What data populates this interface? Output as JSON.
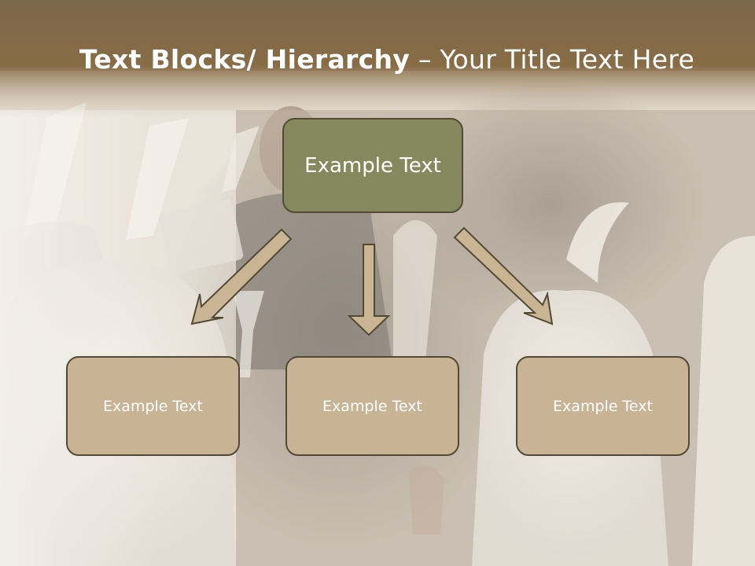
{
  "slide": {
    "title_bold": "Text Blocks/ Hierarchy",
    "title_rest": " – Your Title Text Here"
  },
  "diagram": {
    "top": {
      "label": "Example Text",
      "color": "#858a5e"
    },
    "children": [
      {
        "label": "Example Text",
        "color": "#c8b394"
      },
      {
        "label": "Example Text",
        "color": "#c8b394"
      },
      {
        "label": "Example Text",
        "color": "#c8b394"
      }
    ],
    "arrow_color": "#c9b594",
    "border_color": "#524a35"
  },
  "theme": {
    "header_color": "#7d6442",
    "background": "#ece7df"
  }
}
